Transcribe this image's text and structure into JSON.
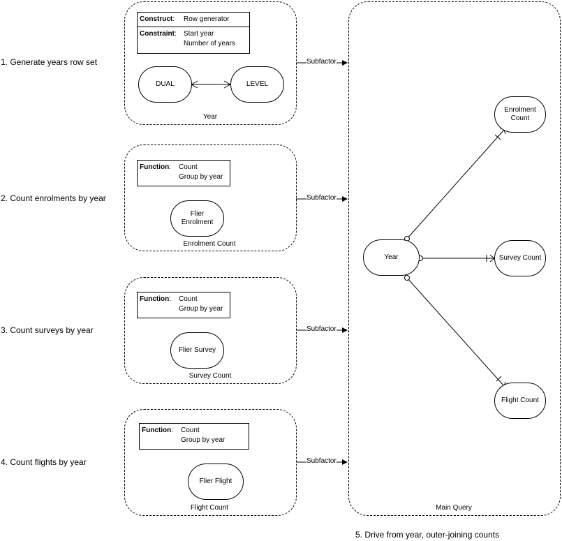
{
  "steps": [
    "1. Generate years row set",
    "2. Count enrolments by year",
    "3. Count surveys by year",
    "4. Count flights by year",
    "5. Drive from year, outer-joining counts"
  ],
  "subfactor_label": "Subfactor",
  "year_group": {
    "caption": "Year",
    "construct_key": "Construct",
    "construct_val": "Row generator",
    "constraint_key": "Constraint",
    "constraint_val1": "Start year",
    "constraint_val2": "Number of years",
    "entity_left": "DUAL",
    "entity_right": "LEVEL"
  },
  "enrolment_group": {
    "caption": "Enrolment Count",
    "function_key": "Function",
    "function_val1": "Count",
    "function_val2": "Group by year",
    "entity": "Flier\nEnrolment"
  },
  "survey_group": {
    "caption": "Survey Count",
    "function_key": "Function",
    "function_val1": "Count",
    "function_val2": "Group by year",
    "entity": "Flier Survey"
  },
  "flight_group": {
    "caption": "Flight Count",
    "function_key": "Function",
    "function_val1": "Count",
    "function_val2": "Group by year",
    "entity": "Flier Flight"
  },
  "main_query": {
    "caption": "Main Query",
    "year": "Year",
    "enrolment": "Enrolment\nCount",
    "survey": "Survey Count",
    "flight": "Flight Count"
  }
}
